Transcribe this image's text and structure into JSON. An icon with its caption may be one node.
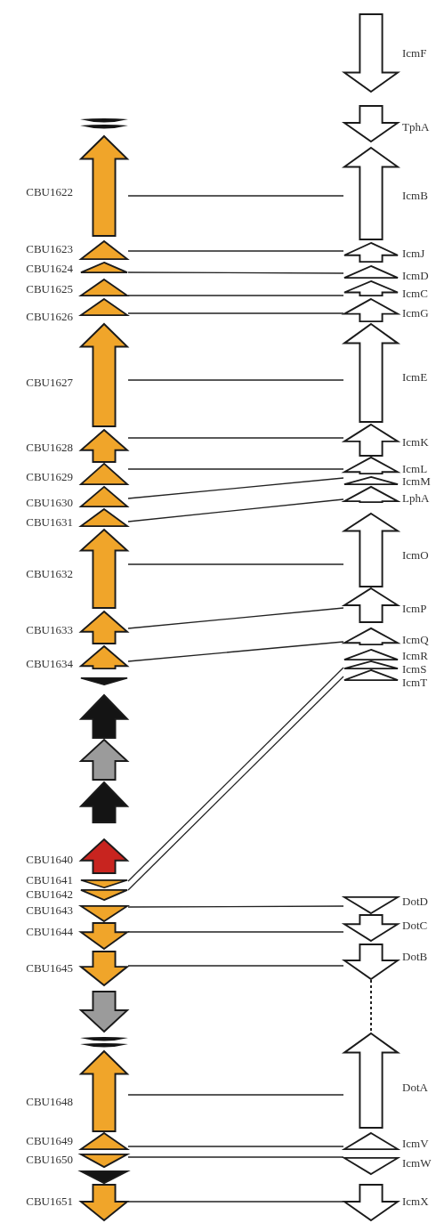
{
  "diagram": {
    "nodes": [
      {
        "text": [
          "CBU1622"
        ]
      },
      {
        "text": [
          "CBU1623"
        ]
      },
      {
        "text": [
          "CBU1624"
        ]
      },
      {
        "text": [
          "CBU1625"
        ]
      },
      {
        "text": [
          "CBU1626"
        ]
      },
      {
        "text": [
          "CBU1627"
        ]
      },
      {
        "text": [
          "CBU1628"
        ]
      },
      {
        "text": [
          "CBU1629"
        ]
      },
      {
        "text": [
          "CBU1630"
        ]
      },
      {
        "text": [
          "CBU1631"
        ]
      },
      {
        "text": [
          "CBU1632"
        ]
      },
      {
        "text": [
          "CBU1633"
        ]
      },
      {
        "text": [
          "CBU1634"
        ]
      },
      {
        "text": [],
        "shape": "arrow"
      },
      {
        "text": [],
        "shape": "arrow"
      },
      {
        "text": [],
        "shape": "arrow"
      },
      {
        "text": [],
        "shape": "arrow"
      },
      {
        "text": [
          "CBU1640"
        ]
      },
      {
        "text": [
          "CBU1641"
        ]
      },
      {
        "text": [
          "CBU1642"
        ]
      },
      {
        "text": [
          "CBU1643"
        ]
      },
      {
        "text": [
          "CBU1644"
        ]
      },
      {
        "text": [
          "CBU1645"
        ]
      },
      {
        "text": [],
        "shape": "arrow"
      },
      {
        "text": [
          "CBU1648"
        ]
      },
      {
        "text": [
          "CBU1649"
        ]
      },
      {
        "text": [
          "CBU1650"
        ]
      },
      {
        "text": [],
        "shape": "arrow"
      },
      {
        "text": [
          "CBU1651"
        ]
      },
      {
        "text": [
          "IcmF"
        ]
      },
      {
        "text": [
          "TphA"
        ]
      },
      {
        "text": [
          "IcmB"
        ]
      },
      {
        "text": [
          "IcmJ"
        ]
      },
      {
        "text": [
          "IcmD"
        ]
      },
      {
        "text": [
          "IcmC"
        ]
      },
      {
        "text": [
          "IcmG"
        ]
      },
      {
        "text": [
          "IcmE"
        ]
      },
      {
        "text": [
          "IcmK"
        ]
      },
      {
        "text": [
          "IcmL"
        ]
      },
      {
        "text": [
          "IcmM"
        ]
      },
      {
        "text": [
          "LphA"
        ]
      },
      {
        "text": [
          "IcmO"
        ]
      },
      {
        "text": [
          "IcmP"
        ]
      },
      {
        "text": [
          "IcmQ"
        ]
      },
      {
        "text": [
          "IcmR"
        ]
      },
      {
        "text": [
          "IcmS"
        ]
      },
      {
        "text": [
          "IcmT"
        ]
      },
      {
        "text": [
          "DotD"
        ]
      },
      {
        "text": [
          "DotC"
        ]
      },
      {
        "text": [
          "DotB"
        ]
      },
      {
        "text": [
          "DotA"
        ]
      },
      {
        "text": [
          "IcmV"
        ]
      },
      {
        "text": [
          "IcmW"
        ]
      },
      {
        "text": [
          "IcmX"
        ]
      }
    ],
    "edges": [
      {
        "from": 0,
        "to": 31,
        "arrow": "none"
      },
      {
        "from": 1,
        "to": 32,
        "arrow": "none"
      },
      {
        "from": 2,
        "to": 33,
        "arrow": "none"
      },
      {
        "from": 3,
        "to": 34,
        "arrow": "none"
      },
      {
        "from": 4,
        "to": 35,
        "arrow": "none"
      },
      {
        "from": 5,
        "to": 36,
        "arrow": "none"
      },
      {
        "from": 6,
        "to": 37,
        "arrow": "none"
      },
      {
        "from": 7,
        "to": 38,
        "arrow": "none"
      },
      {
        "from": 8,
        "to": 39,
        "arrow": "none"
      },
      {
        "from": 9,
        "to": 40,
        "arrow": "none"
      },
      {
        "from": 10,
        "to": 41,
        "arrow": "none"
      },
      {
        "from": 11,
        "to": 42,
        "arrow": "none"
      },
      {
        "from": 12,
        "to": 43,
        "arrow": "none"
      },
      {
        "from": 18,
        "to": 45,
        "arrow": "none"
      },
      {
        "from": 19,
        "to": 46,
        "arrow": "none"
      },
      {
        "from": 20,
        "to": 47,
        "arrow": "none"
      },
      {
        "from": 21,
        "to": 48,
        "arrow": "none"
      },
      {
        "from": 22,
        "to": 49,
        "arrow": "none"
      },
      {
        "from": 24,
        "to": 50,
        "arrow": "none"
      },
      {
        "from": 25,
        "to": 51,
        "arrow": "none"
      },
      {
        "from": 26,
        "to": 52,
        "arrow": "none"
      },
      {
        "from": 28,
        "to": 53,
        "arrow": "none"
      },
      {
        "from": 49,
        "to": 50,
        "arrow": "none",
        "style": "dashed"
      }
    ]
  }
}
